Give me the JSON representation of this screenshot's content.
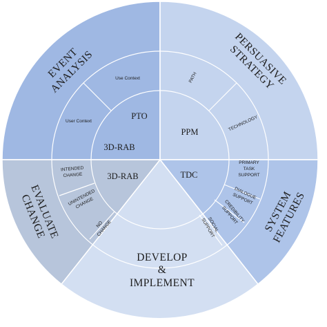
{
  "colors": {
    "event_analysis": "#9fb8e3",
    "persuasive_strategy": "#c4d4ee",
    "system_features": "#aec4e9",
    "evaluate_change": "#b7c5db",
    "develop_implement": "#d3dff2",
    "line": "#ffffff"
  },
  "sectors": {
    "event_analysis": {
      "title_line1": "EVENT",
      "title_line2": "ANALYSIS"
    },
    "persuasive_strategy": {
      "title_line1": "PERSUASIVE",
      "title_line2": "STRATEGY"
    },
    "system_features": {
      "title_line1": "SYSTEM",
      "title_line2": "FEATURES"
    },
    "evaluate_change": {
      "title_line1": "EVALUATE",
      "title_line2": "CHANGE"
    },
    "develop_implement": {
      "title_line1": "DEVELOP",
      "title_line2": "&",
      "title_line3": "IMPLEMENT"
    }
  },
  "inner": {
    "pto": "PTO",
    "rab_top": "3D-RAB",
    "rab_bottom": "3D-RAB",
    "ppm": "PPM",
    "tdc": "TDC"
  },
  "ring_labels": {
    "use_context": "Use Context",
    "user_context": "User Context",
    "path": "PATH",
    "technology": "TECHNOLOGY",
    "primary_task_support": [
      "PRIMARY",
      "TASK",
      "SUPPORT"
    ],
    "dialogue_support": [
      "DIALOGUE",
      "SUPPORT"
    ],
    "credibility_support": [
      "CREDIBILITY",
      "SUPPORT"
    ],
    "social_support": [
      "SOCIAL",
      "SUPPORT"
    ],
    "intended_change": [
      "INTENDED",
      "CHANGE"
    ],
    "unintended_change": [
      "UNINTENDED",
      "CHANGE"
    ],
    "no_change": [
      "NO",
      "CHANGE"
    ]
  }
}
